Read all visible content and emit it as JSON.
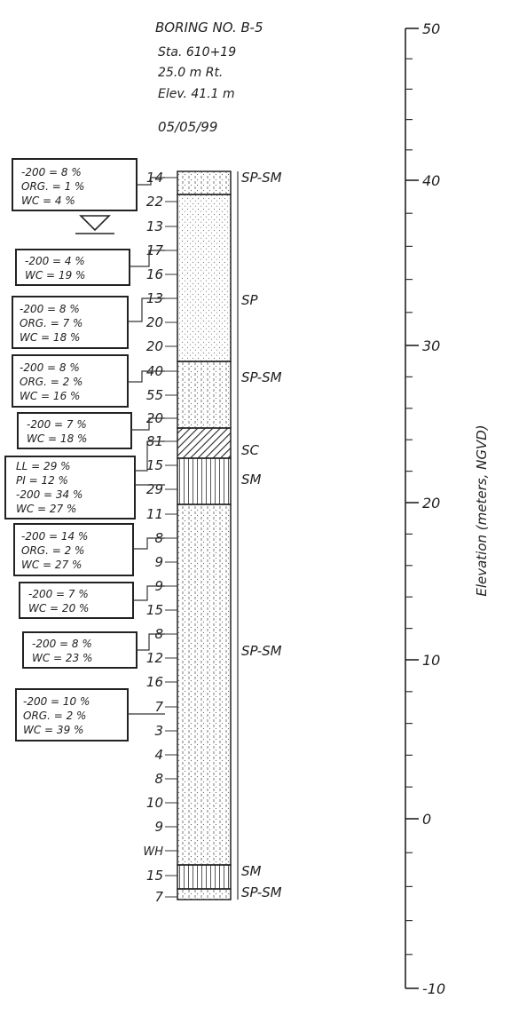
{
  "header": {
    "boring": "BORING NO. B-5",
    "station": "Sta. 610+19",
    "offset": "25.0 m Rt.",
    "elevation": "Elev. 41.1 m",
    "date": "05/05/99"
  },
  "elevation_axis": {
    "label": "Elevation (meters, NGVD)",
    "ticks": [
      "50",
      "40",
      "30",
      "20",
      "10",
      "0",
      "-10"
    ]
  },
  "blow_counts": [
    "14",
    "22",
    "13",
    "17",
    "16",
    "13",
    "20",
    "20",
    "40",
    "55",
    "20",
    "81",
    "15",
    "29",
    "11",
    "8",
    "9",
    "9",
    "15",
    "8",
    "12",
    "16",
    "7",
    "3",
    "4",
    "8",
    "10",
    "9",
    "WH",
    "15",
    "7"
  ],
  "strata_labels": [
    "SP-SM",
    "SP",
    "SP-SM",
    "SC",
    "SM",
    "SP-SM",
    "SM",
    "SP-SM"
  ],
  "lab_boxes": [
    {
      "lines": [
        "-200 = 8 %",
        "ORG. = 1 %",
        "WC = 4 %"
      ]
    },
    {
      "lines": [
        "-200 = 4 %",
        "WC = 19 %"
      ]
    },
    {
      "lines": [
        "-200 = 8 %",
        "ORG. = 7 %",
        "WC = 18 %"
      ]
    },
    {
      "lines": [
        "-200 = 8 %",
        "ORG. = 2 %",
        "WC = 16 %"
      ]
    },
    {
      "lines": [
        "-200 = 7 %",
        "WC = 18 %"
      ]
    },
    {
      "lines": [
        "LL = 29 %",
        "PI = 12 %",
        "-200 = 34 %",
        "WC = 27 %"
      ]
    },
    {
      "lines": [
        "-200 = 14 %",
        "ORG. = 2 %",
        "WC = 27 %"
      ]
    },
    {
      "lines": [
        "-200 = 7 %",
        "WC = 20 %"
      ]
    },
    {
      "lines": [
        "-200 = 8 %",
        "WC = 23 %"
      ]
    },
    {
      "lines": [
        "-200 = 10 %",
        "ORG. = 2 %",
        "WC = 39 %"
      ]
    }
  ]
}
